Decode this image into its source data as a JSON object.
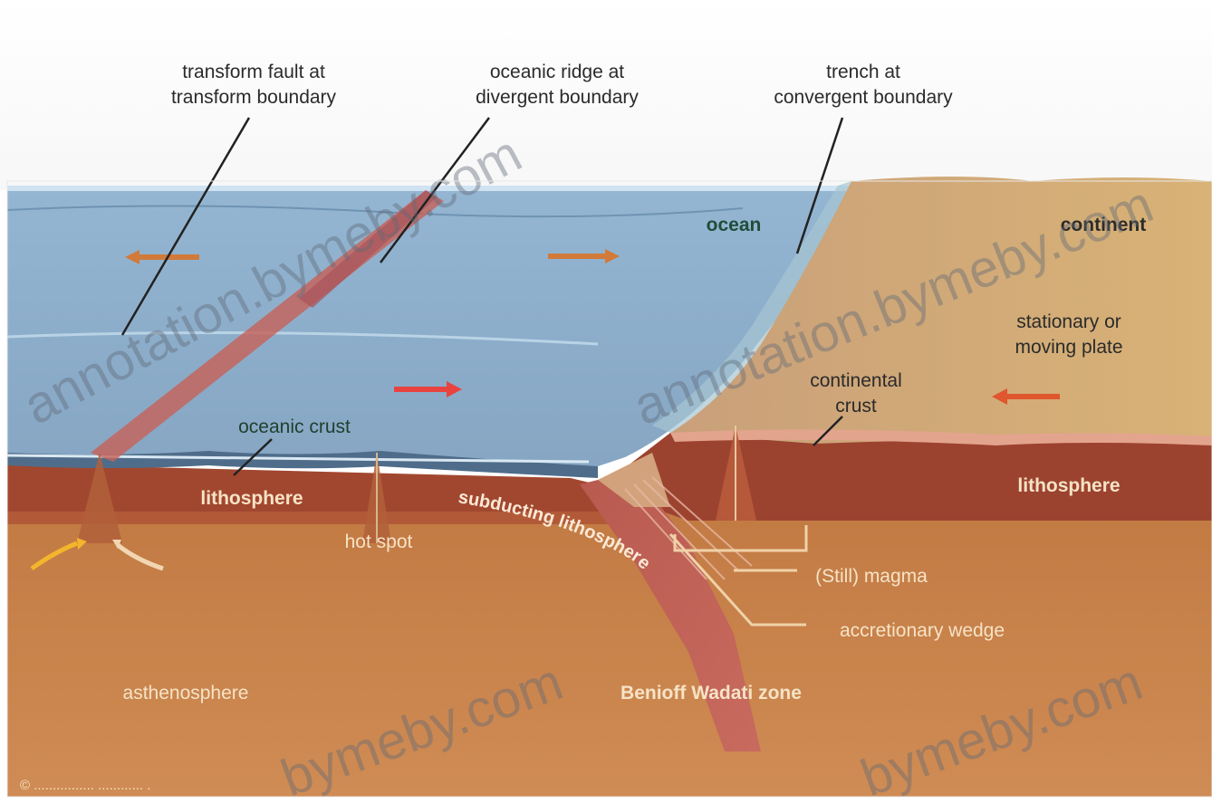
{
  "labels": {
    "transform_fault": [
      "transform fault at",
      "transform boundary"
    ],
    "oceanic_ridge": [
      "oceanic ridge at",
      "divergent boundary"
    ],
    "trench": [
      "trench at",
      "convergent boundary"
    ],
    "ocean": "ocean",
    "continent": "continent",
    "plate_state": [
      "stationary or",
      "moving plate"
    ],
    "continental_crust": [
      "continental",
      "crust"
    ],
    "oceanic_crust": "oceanic crust",
    "lithosphere_left": "lithosphere",
    "lithosphere_right": "lithosphere",
    "hot_spot": "hot spot",
    "subducting_lithosphere": "subducting lithosphere",
    "magma": "(Still) magma",
    "accretionary_wedge": "accretionary wedge",
    "asthenosphere": "asthenosphere",
    "benioff_zone": "Benioff Wadati zone",
    "copyright": "© ................ ............ ."
  },
  "watermarks": [
    "annotation.bymeby.com",
    "annotation.bymeby.com",
    "bymeby.com",
    "bymeby.com"
  ],
  "colors": {
    "ocean": "#8fb0cc",
    "continent": "#cfa574",
    "lithosphere": "#a0432f",
    "asthenosphere": "#c88249",
    "subducting_slab": "#c45a55",
    "plate_arrow": "#d17a3a",
    "hot_arrow": "#e8433f"
  }
}
